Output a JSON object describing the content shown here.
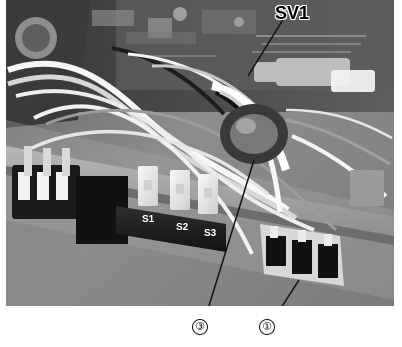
{
  "labels": {
    "solenoid": "SV1",
    "callout_3": "③",
    "callout_1": "①"
  },
  "terminal_labels": {
    "s1": "S1",
    "s2": "S2",
    "s3": "S3"
  }
}
